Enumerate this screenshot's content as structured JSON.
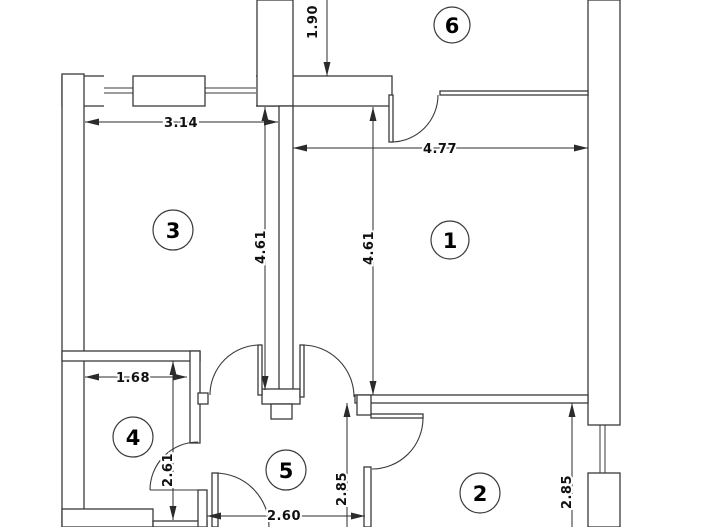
{
  "plan": {
    "type": "apartment-floor-plan",
    "rooms": {
      "r1": {
        "number": "1"
      },
      "r2": {
        "number": "2"
      },
      "r3": {
        "number": "3"
      },
      "r4": {
        "number": "4"
      },
      "r5": {
        "number": "5"
      },
      "r6": {
        "number": "6"
      }
    },
    "dims": {
      "d190": {
        "label": "1.90"
      },
      "d314": {
        "label": "3.14"
      },
      "d477": {
        "label": "4.77"
      },
      "d461_left": {
        "label": "4.61"
      },
      "d461_right": {
        "label": "4.61"
      },
      "d168": {
        "label": "1.68"
      },
      "d261": {
        "label": "2.61"
      },
      "d260": {
        "label": "2.60"
      },
      "d285_hall": {
        "label": "2.85"
      },
      "d285_room2": {
        "label": "2.85"
      }
    },
    "colors": {
      "wall_line": "#3a3a3a",
      "dim_line": "#2b2b2b",
      "text": "#111111",
      "bg": "#ffffff"
    }
  }
}
